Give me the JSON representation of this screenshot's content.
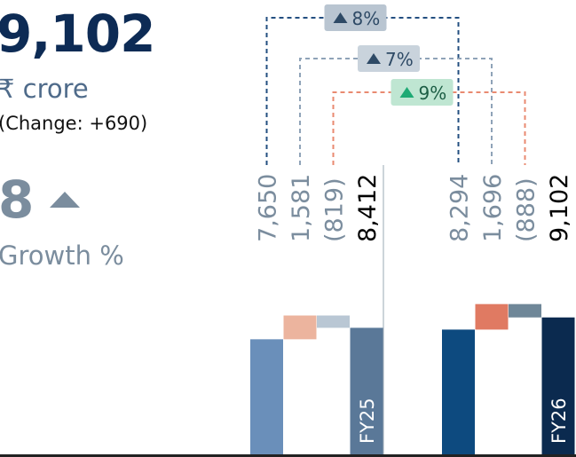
{
  "kpi": {
    "value": "9,102",
    "unit": "₹ crore",
    "change": "(Change: +690)"
  },
  "growth": {
    "value": "8",
    "label": "Growth %",
    "direction": "up",
    "color": "#7b8d9e"
  },
  "chart_data": {
    "type": "bar",
    "subtype": "waterfall",
    "unit": "₹ crore",
    "periods": [
      {
        "name": "FY25",
        "components": [
          {
            "label": "7,650",
            "value": 7650,
            "color": "#6a8fba"
          },
          {
            "label": "1,581",
            "value": 1581,
            "color": "#ecb49e"
          },
          {
            "label": "(819)",
            "value": -819,
            "color": "#b9c7d4"
          },
          {
            "label": "8,412",
            "value": 8412,
            "color": "#5a7898",
            "total": true
          }
        ]
      },
      {
        "name": "FY26",
        "components": [
          {
            "label": "8,294",
            "value": 8294,
            "color": "#0d4a7f"
          },
          {
            "label": "1,696",
            "value": 1696,
            "color": "#e07a62"
          },
          {
            "label": "(888)",
            "value": -888,
            "color": "#6f8798"
          },
          {
            "label": "9,102",
            "value": 9102,
            "color": "#0b2a4f",
            "total": true
          }
        ]
      }
    ],
    "growth_badges": [
      {
        "text": "8%",
        "from": [
          0,
          0
        ],
        "to": [
          1,
          0
        ],
        "line_color": "#234f80",
        "badge_bg": "#b9c5d1",
        "text_color": "#2e4a66",
        "arrow_color": "#2e4a66"
      },
      {
        "text": "7%",
        "from": [
          0,
          1
        ],
        "to": [
          1,
          1
        ],
        "line_color": "#8fa3b8",
        "badge_bg": "#c9d3dc",
        "text_color": "#2e4a66",
        "arrow_color": "#2e4a66"
      },
      {
        "text": "9%",
        "from": [
          0,
          2
        ],
        "to": [
          1,
          2
        ],
        "line_color": "#e98a70",
        "badge_bg": "#bfe6d2",
        "text_color": "#1c5e45",
        "arrow_color": "#1eaa74"
      }
    ],
    "label_colors": {
      "component": "#7b8d9e",
      "total": "#000000"
    },
    "gridlines": false
  }
}
